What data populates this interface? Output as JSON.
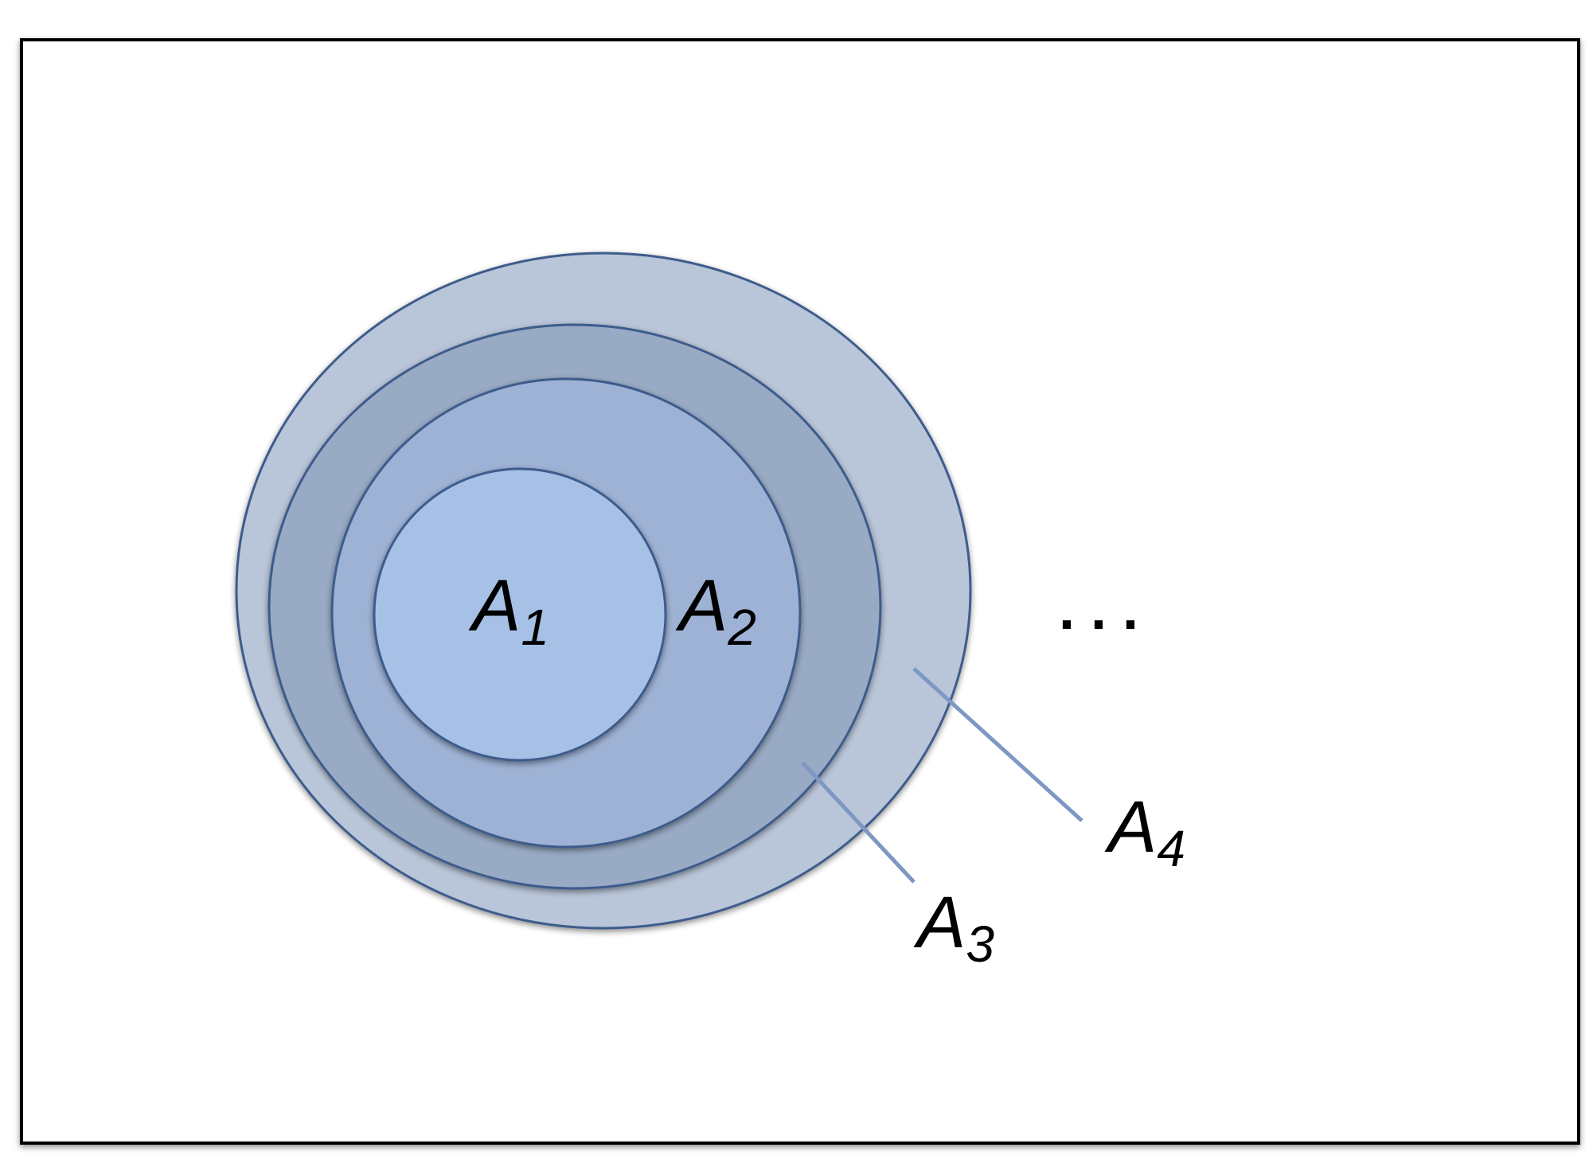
{
  "diagram": {
    "sets": [
      {
        "id": "A1",
        "base": "A",
        "subscript": "1",
        "color": "#a7c1e6"
      },
      {
        "id": "A2",
        "base": "A",
        "subscript": "2",
        "color": "#9eb2d5"
      },
      {
        "id": "A3",
        "base": "A",
        "subscript": "3",
        "color": "#98aac4"
      },
      {
        "id": "A4",
        "base": "A",
        "subscript": "4",
        "color": "#b9c5d8"
      }
    ],
    "continuation": ". . .",
    "colors": {
      "outline": "#3e5b8c",
      "leader": "#7d98c3",
      "frame": "#000000",
      "text": "#000000"
    }
  }
}
